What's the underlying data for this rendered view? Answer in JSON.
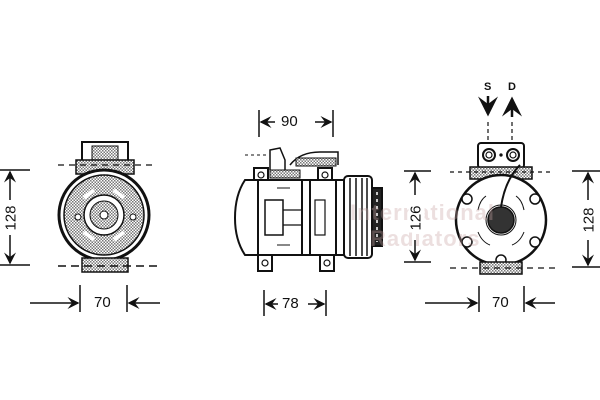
{
  "drawing": {
    "subject": "AC compressor technical drawing",
    "views": [
      {
        "name": "front-view",
        "dimensions": {
          "height": "128",
          "width": "70"
        }
      },
      {
        "name": "side-view",
        "dimensions": {
          "top_width": "90",
          "bottom_width": "78"
        }
      },
      {
        "name": "rear-view",
        "dimensions": {
          "left_height": "126",
          "right_height": "128",
          "width": "70"
        },
        "ports": {
          "suction": "S",
          "discharge": "D"
        }
      }
    ],
    "watermark": {
      "line1": "International",
      "line2": "Radiators"
    },
    "colors": {
      "line": "#111111",
      "background": "#ffffff",
      "hatch": "#888888",
      "watermark": "#c9a6a6"
    }
  }
}
